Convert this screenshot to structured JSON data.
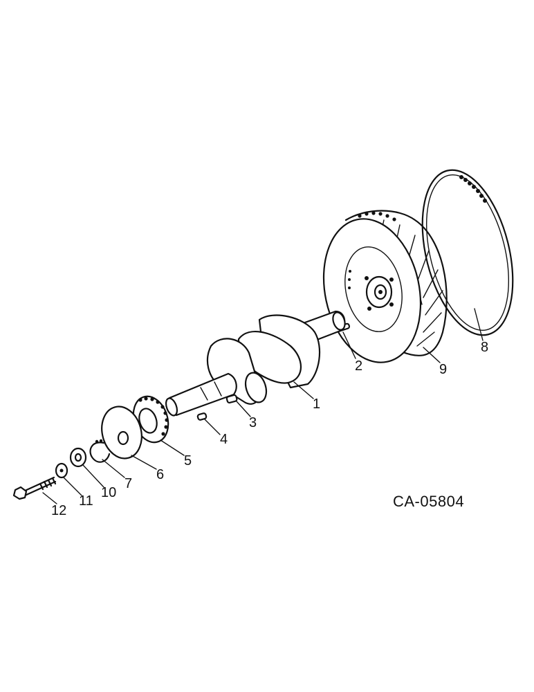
{
  "callouts": [
    {
      "part": "crankshaft",
      "number": "1"
    },
    {
      "part": "pin",
      "number": "2"
    },
    {
      "part": "key-large",
      "number": "3"
    },
    {
      "part": "key-small",
      "number": "4"
    },
    {
      "part": "gear",
      "number": "5"
    },
    {
      "part": "disc",
      "number": "6"
    },
    {
      "part": "snap-ring",
      "number": "7"
    },
    {
      "part": "ring-gear",
      "number": "8"
    },
    {
      "part": "flywheel",
      "number": "9"
    },
    {
      "part": "spacer",
      "number": "10"
    },
    {
      "part": "washer",
      "number": "11"
    },
    {
      "part": "bolt",
      "number": "12"
    }
  ],
  "drawing_id": "CA-05804"
}
